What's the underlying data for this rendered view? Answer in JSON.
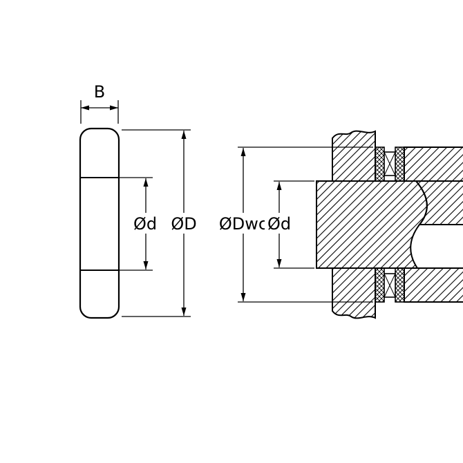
{
  "diagram": {
    "type": "technical-drawing",
    "description": "Thrust roller bearing washer: side view with width and diameters, and mounted shaft cross-section",
    "background": "#ffffff",
    "line_color": "#000000",
    "labels": {
      "width": "B",
      "side_bore": "Ød",
      "side_outer": "ØD",
      "washer_outer": "ØDwc",
      "section_bore": "Ød"
    }
  }
}
